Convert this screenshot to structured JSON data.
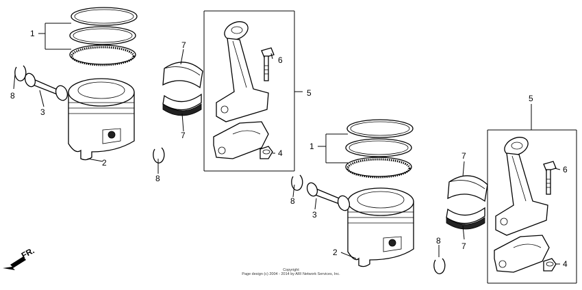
{
  "callouts": {
    "ring_set_a": "1",
    "ring_set_b": "1",
    "piston_a": "2",
    "piston_b": "2",
    "pin_a": "3",
    "pin_b": "3",
    "nut_a": "4",
    "nut_b": "4",
    "rod_assy_a": "5",
    "rod_assy_b": "5",
    "bolt_a": "6",
    "bolt_b": "6",
    "bearing_upper_a": "7",
    "bearing_lower_a": "7",
    "bearing_upper_b": "7",
    "bearing_lower_b": "7",
    "clip_a1": "8",
    "clip_a2": "8",
    "clip_b1": "8",
    "clip_b2": "8"
  },
  "direction": "FR.",
  "copyright": {
    "line1": "Copyright",
    "line2": "Page design (c) 2004 - 2014 by ARI Network Services, Inc."
  }
}
